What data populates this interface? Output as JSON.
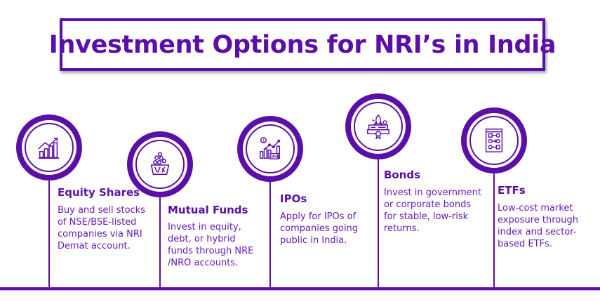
{
  "title": "Investment Options for NRI’s in India",
  "colors": {
    "primary": "#5b0ea8",
    "text": "#6a1bb8",
    "background": "#ffffff"
  },
  "items": [
    {
      "title": "Equity Shares",
      "icon": "bar-chart-growth-icon",
      "desc_lines": [
        "Buy and sell stocks",
        "of NSE/BSE-listed",
        "companies via NRI",
        "Demat account."
      ]
    },
    {
      "title": "Mutual Funds",
      "icon": "coin-basket-icon",
      "desc_lines": [
        "Invest in equity,",
        "debt, or hybrid",
        "funds through NRE",
        "/NRO accounts."
      ]
    },
    {
      "title": "IPOs",
      "icon": "ipo-chart-icon",
      "desc_lines": [
        "Apply for IPOs of",
        "companies going",
        "public in India."
      ]
    },
    {
      "title": "Bonds",
      "icon": "rocket-certificate-icon",
      "desc_lines": [
        "Invest in government",
        "or corporate bonds",
        "for stable, low-risk",
        "returns."
      ]
    },
    {
      "title": "ETFs",
      "icon": "flowchart-document-icon",
      "desc_lines": [
        "Low-cost market",
        "exposure through",
        "index and sector-",
        "based ETFs."
      ]
    }
  ]
}
